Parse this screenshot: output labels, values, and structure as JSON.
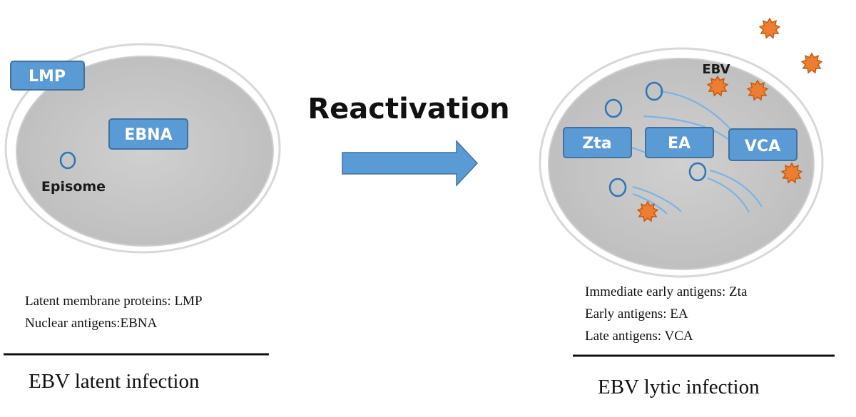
{
  "latent_cell": {
    "lmp_label": "LMP",
    "ebna_label": "EBNA",
    "episome_label": "Episome",
    "legend": [
      "Latent membrane proteins: LMP",
      "Nuclear antigens:EBNA"
    ],
    "caption": "EBV latent infection"
  },
  "transition": {
    "label": "Reactivation"
  },
  "lytic_cell": {
    "virus_label": "EBV",
    "zta_label": "Zta",
    "ea_label": "EA",
    "vca_label": "VCA",
    "legend": [
      "Immediate early antigens: Zta",
      "Early antigens: EA",
      "Late antigens: VCA"
    ],
    "caption": "EBV lytic infection"
  },
  "colors": {
    "box_fill": "#5b9bd5",
    "box_stroke": "#41719c",
    "cell_fill": "#c8c8c8",
    "cell_stroke": "#e0e0e0",
    "virus_fill": "#ed7d31",
    "virus_stroke": "#c55a11",
    "arrow_fill": "#5b9bd5"
  }
}
